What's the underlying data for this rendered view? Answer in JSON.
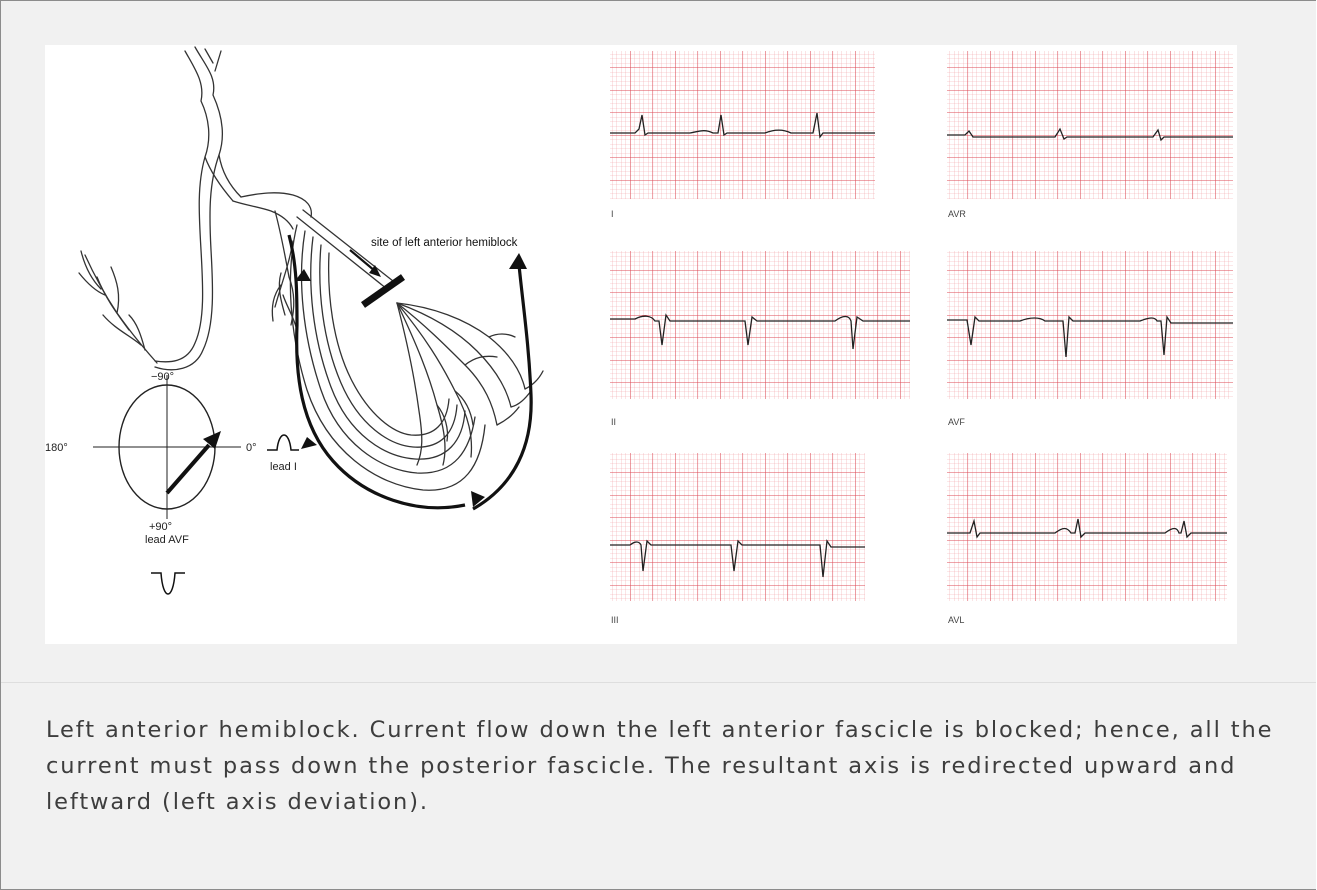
{
  "diagram": {
    "site_label": "site of left anterior hemiblock",
    "axis_top": "−90°",
    "axis_left": "180°",
    "axis_right": "0°",
    "axis_bottom": "+90°",
    "lead_i_label": "lead I",
    "lead_avf_label": "lead AVF"
  },
  "ecg": {
    "leads": [
      {
        "label": "I",
        "deflection": "positive"
      },
      {
        "label": "AVR",
        "deflection": "small"
      },
      {
        "label": "II",
        "deflection": "negative"
      },
      {
        "label": "AVF",
        "deflection": "negative"
      },
      {
        "label": "III",
        "deflection": "negative"
      },
      {
        "label": "AVL",
        "deflection": "positive"
      }
    ],
    "grid_color": "#e0505a"
  },
  "caption": "Left anterior hemiblock. Current flow down the left anterior fascicle is blocked; hence, all the current must pass down the posterior fascicle. The resultant axis is redirected upward and leftward (left axis deviation)."
}
